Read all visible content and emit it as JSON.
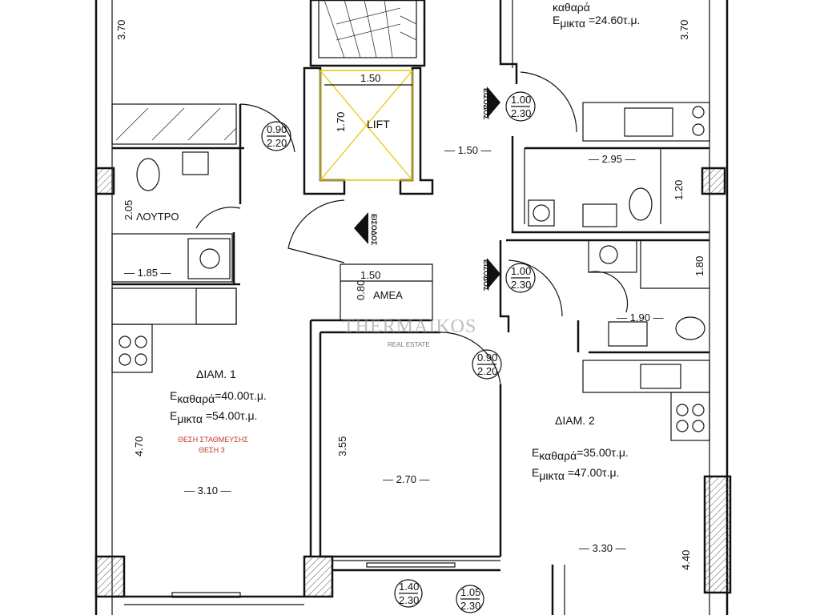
{
  "rooms": {
    "apt1": {
      "title": "ΔΙΑΜ. 1",
      "net_label": "καθαρά",
      "net": "=40.00τ.μ.",
      "gross_label": "μικτα",
      "gross": "=54.00τ.μ.",
      "parking_1": "ΘΕΣΗ ΣΤΑΘΜΕΥΣΗΣ",
      "parking_2": "ΘΕΣΗ 3"
    },
    "apt2": {
      "title": "ΔΙΑΜ. 2",
      "net_label": "καθαρά",
      "net": "=35.00τ.μ.",
      "gross_label": "μικτα",
      "gross": "=47.00τ.μ."
    },
    "apt_top": {
      "net_label": "καθαρά",
      "gross_label": "μικτα",
      "gross": "=24.60τ.μ."
    },
    "E": "E",
    "bath": "ΛΟΥΤΡΟ",
    "lift": "LIFT",
    "amea": "ΑΜΕΑ",
    "entrance": "ΕΙΣΟΔΟΣ"
  },
  "dimensions": {
    "d370_left": "3.70",
    "d370_right": "3.70",
    "lift_w": "1.50",
    "lift_h": "1.70",
    "corr": "1.50",
    "d295": "2.95",
    "d120": "1.20",
    "d205": "2.05",
    "d185": "1.85",
    "amea_w": "1.50",
    "amea_h": "0.80",
    "d180": "1.80",
    "d190": "1.90",
    "d470": "4.70",
    "d310": "3.10",
    "d355": "3.55",
    "d270": "2.70",
    "d330": "3.30",
    "d440": "4.40"
  },
  "doors": [
    {
      "w": "0.90",
      "h": "2.20"
    },
    {
      "w": "1.00",
      "h": "2.30"
    },
    {
      "w": "1.00",
      "h": "2.30"
    },
    {
      "w": "0.90",
      "h": "2.20"
    },
    {
      "w": "1.40",
      "h": "2.30"
    },
    {
      "w": "1.05",
      "h": "2.30"
    }
  ],
  "watermark": {
    "brand": "THERMAIKOS",
    "sub": "REAL ESTATE"
  }
}
